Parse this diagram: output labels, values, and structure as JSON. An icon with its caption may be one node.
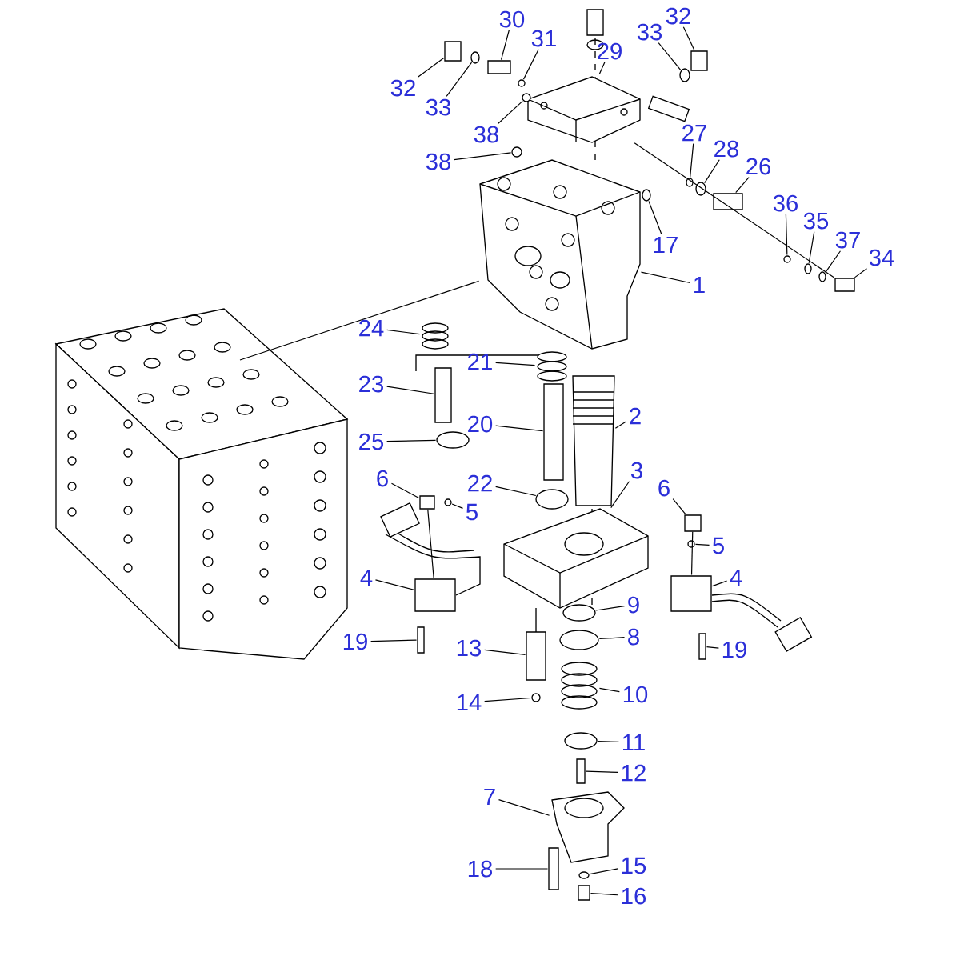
{
  "diagram": {
    "nodes": [
      {
        "text": [
          "30"
        ]
      },
      {
        "text": [
          "32"
        ]
      },
      {
        "text": [
          "31"
        ]
      },
      {
        "text": [
          "29"
        ]
      },
      {
        "text": [
          "33"
        ]
      },
      {
        "text": [
          "32"
        ]
      },
      {
        "text": [
          "33"
        ]
      },
      {
        "text": [
          "38"
        ]
      },
      {
        "text": [
          "27"
        ]
      },
      {
        "text": [
          "28"
        ]
      },
      {
        "text": [
          "38"
        ]
      },
      {
        "text": [
          "26"
        ]
      },
      {
        "text": [
          "36"
        ]
      },
      {
        "text": [
          "17"
        ]
      },
      {
        "text": [
          "35"
        ]
      },
      {
        "text": [
          "37"
        ]
      },
      {
        "text": [
          "34"
        ]
      },
      {
        "text": [
          "1"
        ]
      },
      {
        "text": [
          "24"
        ]
      },
      {
        "text": [
          "21"
        ]
      },
      {
        "text": [
          "23"
        ]
      },
      {
        "text": [
          "2"
        ]
      },
      {
        "text": [
          "20"
        ]
      },
      {
        "text": [
          "25"
        ]
      },
      {
        "text": [
          "6"
        ]
      },
      {
        "text": [
          "22"
        ]
      },
      {
        "text": [
          "5"
        ]
      },
      {
        "text": [
          "3"
        ]
      },
      {
        "text": [
          "6"
        ]
      },
      {
        "text": [
          "5"
        ]
      },
      {
        "text": [
          "4"
        ]
      },
      {
        "text": [
          "4"
        ]
      },
      {
        "text": [
          "9"
        ]
      },
      {
        "text": [
          "19"
        ]
      },
      {
        "text": [
          "19"
        ]
      },
      {
        "text": [
          "13"
        ]
      },
      {
        "text": [
          "8"
        ]
      },
      {
        "text": [
          "14"
        ]
      },
      {
        "text": [
          "10"
        ]
      },
      {
        "text": [
          "11"
        ]
      },
      {
        "text": [
          "12"
        ]
      },
      {
        "text": [
          "7"
        ]
      },
      {
        "text": [
          "18"
        ]
      },
      {
        "text": [
          "15"
        ]
      },
      {
        "text": [
          "16"
        ]
      },
      {
        "text": [],
        "shape": "box"
      },
      {
        "text": [],
        "shape": "box"
      },
      {
        "text": [],
        "shape": "circle"
      },
      {
        "text": [],
        "shape": "picture"
      },
      {
        "text": [],
        "shape": "circle"
      },
      {
        "text": [],
        "shape": "box"
      },
      {
        "text": [],
        "shape": "circle"
      },
      {
        "text": [],
        "shape": "circle"
      },
      {
        "text": [],
        "shape": "circle"
      },
      {
        "text": [],
        "shape": "circle"
      },
      {
        "text": [],
        "shape": "circle"
      },
      {
        "text": [],
        "shape": "box"
      },
      {
        "text": [],
        "shape": "circle"
      },
      {
        "text": [],
        "shape": "circle"
      },
      {
        "text": [],
        "shape": "circle"
      },
      {
        "text": [],
        "shape": "circle"
      },
      {
        "text": [],
        "shape": "box"
      },
      {
        "text": [],
        "shape": "picture"
      },
      {
        "text": [],
        "shape": "picture"
      },
      {
        "text": [],
        "shape": "picture"
      },
      {
        "text": [],
        "shape": "box"
      },
      {
        "text": [],
        "shape": "picture"
      },
      {
        "text": [],
        "shape": "box"
      },
      {
        "text": [],
        "shape": "circle"
      },
      {
        "text": [],
        "shape": "box"
      },
      {
        "text": [],
        "shape": "circle"
      },
      {
        "text": [],
        "shape": "circle"
      },
      {
        "text": [],
        "shape": "picture"
      },
      {
        "text": [],
        "shape": "box"
      },
      {
        "text": [],
        "shape": "circle"
      },
      {
        "text": [],
        "shape": "box"
      },
      {
        "text": [],
        "shape": "box"
      },
      {
        "text": [],
        "shape": "circle"
      },
      {
        "text": [],
        "shape": "box"
      },
      {
        "text": [],
        "shape": "box"
      },
      {
        "text": [],
        "shape": "box"
      },
      {
        "text": [],
        "shape": "circle"
      },
      {
        "text": [],
        "shape": "circle"
      },
      {
        "text": [],
        "shape": "picture"
      },
      {
        "text": [],
        "shape": "circle"
      },
      {
        "text": [],
        "shape": "box"
      },
      {
        "text": [],
        "shape": "picture"
      },
      {
        "text": [],
        "shape": "box"
      },
      {
        "text": [],
        "shape": "circle"
      },
      {
        "text": [],
        "shape": "box"
      },
      {
        "text": [],
        "shape": "picture"
      }
    ],
    "edges": [
      {
        "from": 0,
        "to": 45,
        "arrow": "none"
      },
      {
        "from": 1,
        "to": 46,
        "arrow": "none"
      },
      {
        "from": 2,
        "to": 47,
        "arrow": "none"
      },
      {
        "from": 3,
        "to": 48,
        "arrow": "none"
      },
      {
        "from": 4,
        "to": 49,
        "arrow": "none"
      },
      {
        "from": 5,
        "to": 50,
        "arrow": "none"
      },
      {
        "from": 6,
        "to": 51,
        "arrow": "none"
      },
      {
        "from": 7,
        "to": 52,
        "arrow": "none"
      },
      {
        "from": 8,
        "to": 53,
        "arrow": "none"
      },
      {
        "from": 9,
        "to": 54,
        "arrow": "none"
      },
      {
        "from": 10,
        "to": 55,
        "arrow": "none"
      },
      {
        "from": 11,
        "to": 56,
        "arrow": "none"
      },
      {
        "from": 12,
        "to": 57,
        "arrow": "none"
      },
      {
        "from": 13,
        "to": 58,
        "arrow": "none"
      },
      {
        "from": 14,
        "to": 59,
        "arrow": "none"
      },
      {
        "from": 15,
        "to": 60,
        "arrow": "none"
      },
      {
        "from": 16,
        "to": 61,
        "arrow": "none"
      },
      {
        "from": 17,
        "to": 62,
        "arrow": "none"
      },
      {
        "from": 18,
        "to": 63,
        "arrow": "none"
      },
      {
        "from": 19,
        "to": 64,
        "arrow": "none"
      },
      {
        "from": 20,
        "to": 65,
        "arrow": "none"
      },
      {
        "from": 21,
        "to": 66,
        "arrow": "none"
      },
      {
        "from": 22,
        "to": 67,
        "arrow": "none"
      },
      {
        "from": 23,
        "to": 68,
        "arrow": "none"
      },
      {
        "from": 24,
        "to": 69,
        "arrow": "none"
      },
      {
        "from": 25,
        "to": 70,
        "arrow": "none"
      },
      {
        "from": 26,
        "to": 71,
        "arrow": "none"
      },
      {
        "from": 27,
        "to": 72,
        "arrow": "none"
      },
      {
        "from": 28,
        "to": 73,
        "arrow": "none"
      },
      {
        "from": 29,
        "to": 74,
        "arrow": "none"
      },
      {
        "from": 30,
        "to": 75,
        "arrow": "none"
      },
      {
        "from": 31,
        "to": 76,
        "arrow": "none"
      },
      {
        "from": 32,
        "to": 77,
        "arrow": "none"
      },
      {
        "from": 33,
        "to": 78,
        "arrow": "none"
      },
      {
        "from": 34,
        "to": 79,
        "arrow": "none"
      },
      {
        "from": 35,
        "to": 80,
        "arrow": "none"
      },
      {
        "from": 36,
        "to": 81,
        "arrow": "none"
      },
      {
        "from": 37,
        "to": 82,
        "arrow": "none"
      },
      {
        "from": 38,
        "to": 83,
        "arrow": "none"
      },
      {
        "from": 39,
        "to": 84,
        "arrow": "none"
      },
      {
        "from": 40,
        "to": 85,
        "arrow": "none"
      },
      {
        "from": 41,
        "to": 86,
        "arrow": "none"
      },
      {
        "from": 42,
        "to": 87,
        "arrow": "none"
      },
      {
        "from": 43,
        "to": 88,
        "arrow": "none"
      },
      {
        "from": 44,
        "to": 89,
        "arrow": "none"
      },
      {
        "from": 90,
        "to": 62,
        "arrow": "none"
      },
      {
        "from": 48,
        "to": 61,
        "arrow": "none"
      },
      {
        "from": 69,
        "to": 75,
        "arrow": "none"
      },
      {
        "from": 73,
        "to": 76,
        "arrow": "none"
      }
    ]
  }
}
